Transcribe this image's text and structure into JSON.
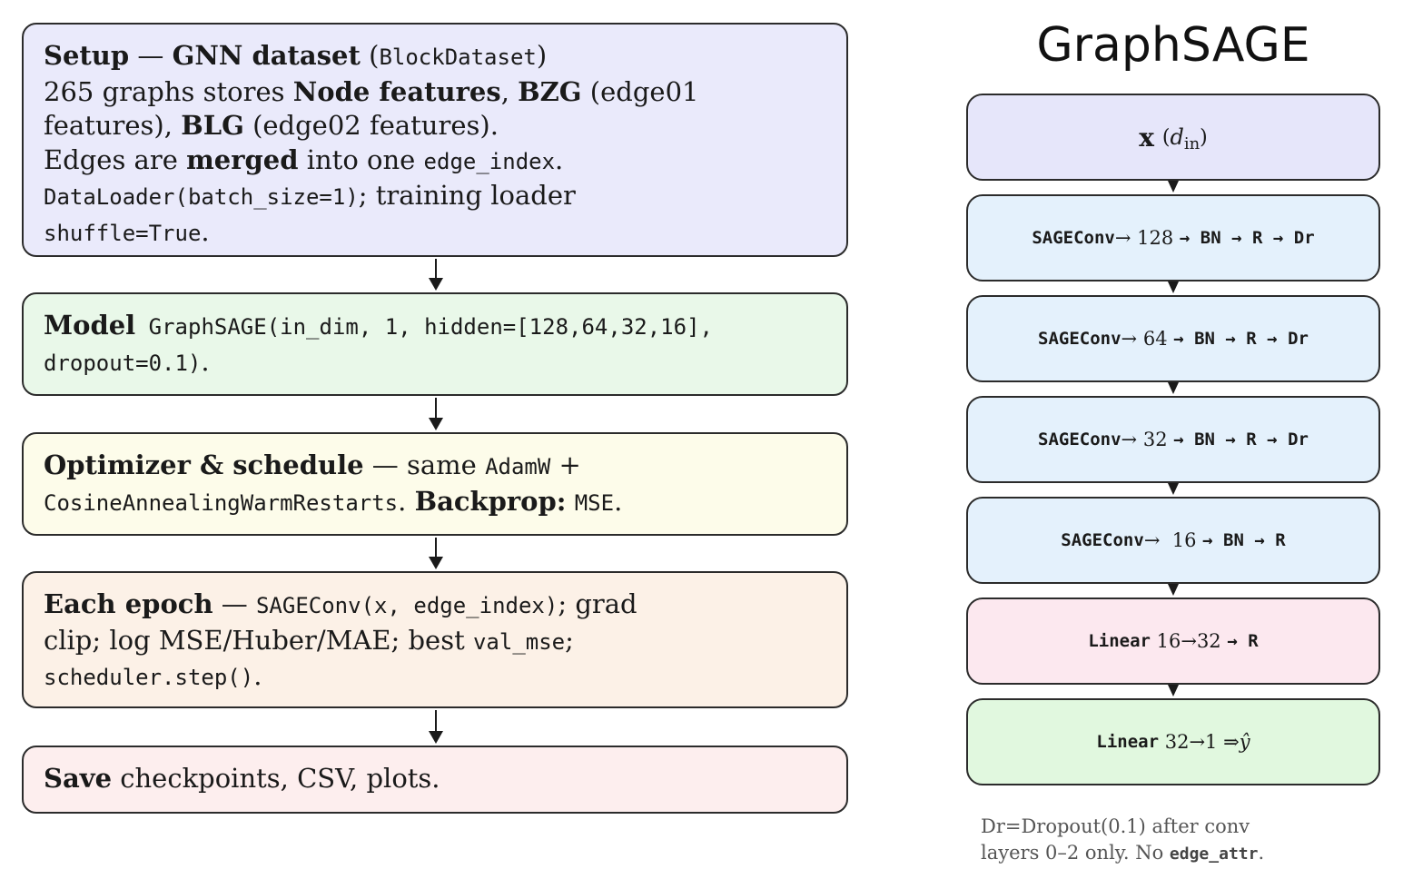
{
  "left": {
    "setup": {
      "t1": "Setup",
      "t2": " — ",
      "t3": "GNN dataset",
      "t4": " (",
      "t5": "BlockDataset",
      "t6": ")",
      "t7": "265 graphs stores ",
      "t8": "Node features",
      "t9": ", ",
      "t10": "BZG",
      "t11": " (edge01",
      "t12": "features), ",
      "t13": "BLG",
      "t14": " (edge02 features).",
      "t15": "Edges are ",
      "t16": "merged",
      "t17": " into one ",
      "t18": "edge_index",
      "t19": ".",
      "t20": "DataLoader(batch_size=1)",
      "t21": "; training loader",
      "t22": "shuffle=True",
      "t23": "."
    },
    "model": {
      "t1": "Model",
      "t2": " GraphSAGE(in_dim, 1, hidden=[128,64,32,16],",
      "t3": "dropout=0.1)",
      "t4": "."
    },
    "optimizer": {
      "t1": "Optimizer & schedule",
      "t2": " — same ",
      "t3": "AdamW",
      "t4": " +",
      "t5": "CosineAnnealingWarmRestarts",
      "t6": ". ",
      "t7": "Backprop:",
      "t8": " ",
      "t9": "MSE",
      "t10": "."
    },
    "epoch": {
      "t1": "Each epoch",
      "t2": " — ",
      "t3": "SAGEConv(x, edge_index)",
      "t4": "; grad",
      "t5": "clip; log MSE/Huber/MAE; best ",
      "t6": "val_mse",
      "t7": ";",
      "t8": "scheduler.step()",
      "t9": "."
    },
    "save": {
      "t1": "Save",
      "t2": " checkpoints, CSV, plots."
    }
  },
  "right": {
    "title": "GraphSAGE",
    "input": {
      "x": "x",
      "open": "(",
      "d": "d",
      "sub": "in",
      "close": ")"
    },
    "layers": [
      {
        "conv": "SAGEConv",
        "arrow": "→",
        "size": " 128 ",
        "rest": "→ BN → R → Dr"
      },
      {
        "conv": "SAGEConv",
        "arrow": "→",
        "size": " 64 ",
        "rest": "→ BN → R → Dr"
      },
      {
        "conv": "SAGEConv",
        "arrow": "→",
        "size": " 32 ",
        "rest": "→ BN → R → Dr"
      },
      {
        "conv": "SAGEConv",
        "arrow": "→",
        "size": "  16 ",
        "rest": "→ BN → R"
      }
    ],
    "linear1": {
      "name": "Linear",
      "spec": " 16→32 ",
      "rest": "→ R"
    },
    "linear2": {
      "name": "Linear",
      "spec": " 32→1 ",
      "rest": "⇒ ",
      "yhat": "ŷ"
    },
    "note": {
      "l1": "Dr=Dropout(0.1) after conv",
      "l2a": "layers 0–2 only. No ",
      "l2b": "edge_attr",
      "l2c": "."
    }
  },
  "colors": {
    "setup": "#eaeafb",
    "model": "#e9f8e9",
    "optimizer": "#fdfcea",
    "epoch": "#fcf1e7",
    "save": "#fdeeee",
    "input": "#e6e6fa",
    "sage": "#e4f1fc",
    "linear1": "#fce8ef",
    "linear2": "#e1f8df"
  }
}
